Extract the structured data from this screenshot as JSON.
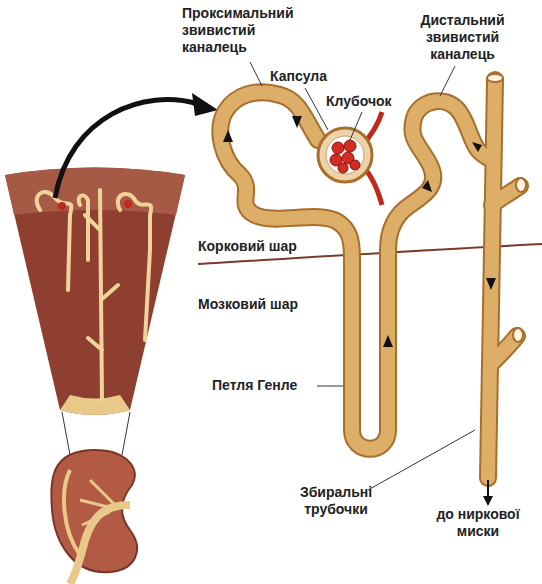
{
  "diagram": {
    "labels": [
      "Проксимальний звивистий каналець",
      "Капсула",
      "Клубочок",
      "Дистальний звивистий каналець",
      "Корковий шар",
      "Мозковий шар",
      "Петля Генле",
      "Збиральні трубочки",
      "до ниркової миски"
    ]
  }
}
